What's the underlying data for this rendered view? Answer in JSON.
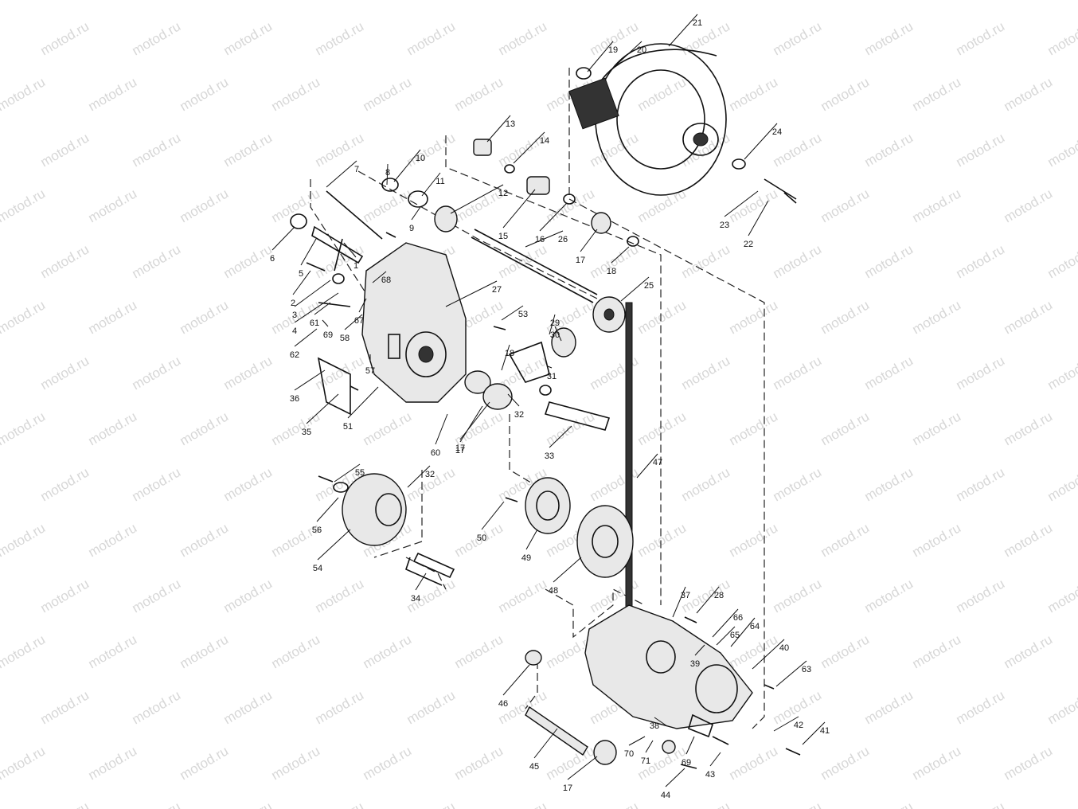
{
  "watermark": "motod.ru",
  "callouts": [
    "1",
    "2",
    "3",
    "4",
    "5",
    "6",
    "7",
    "8",
    "9",
    "10",
    "11",
    "12",
    "13",
    "14",
    "15",
    "16",
    "17",
    "17",
    "17",
    "17",
    "18",
    "18",
    "19",
    "20",
    "21",
    "22",
    "23",
    "24",
    "25",
    "26",
    "27",
    "28",
    "29",
    "30",
    "31",
    "32",
    "32",
    "33",
    "34",
    "35",
    "36",
    "37",
    "38",
    "39",
    "40",
    "41",
    "42",
    "43",
    "44",
    "45",
    "46",
    "47",
    "48",
    "49",
    "50",
    "51",
    "53",
    "54",
    "55",
    "56",
    "57",
    "58",
    "60",
    "61",
    "62",
    "63",
    "64",
    "65",
    "66",
    "67",
    "68",
    "69",
    "69",
    "70",
    "71"
  ]
}
